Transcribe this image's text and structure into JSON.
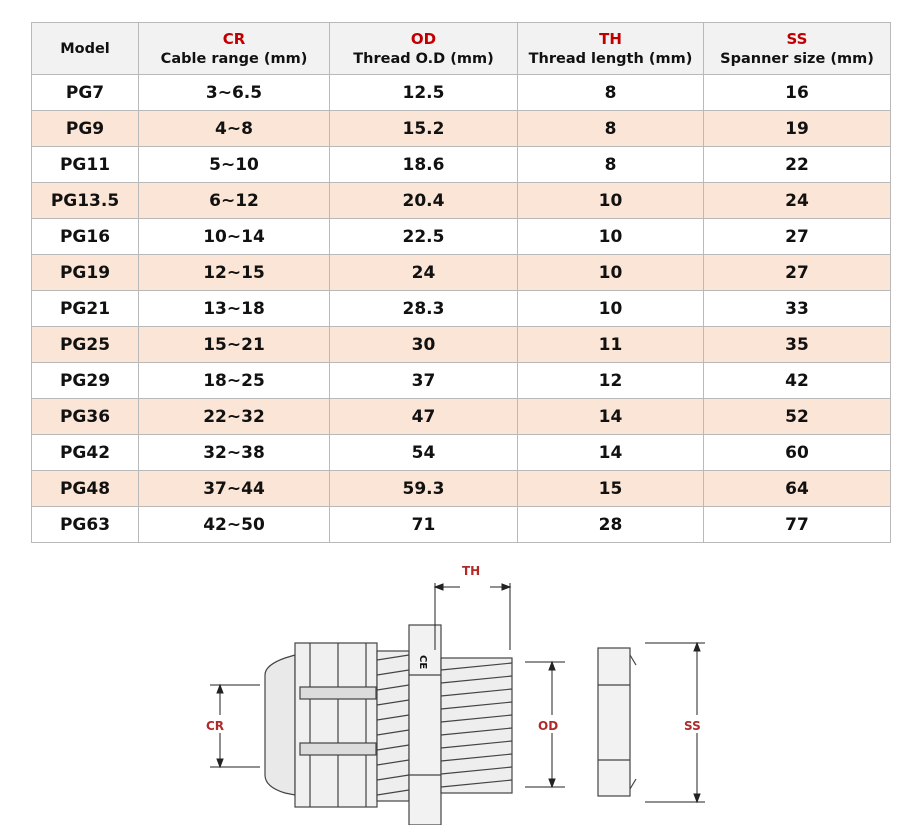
{
  "table": {
    "headers": [
      {
        "code": "",
        "name": "Model"
      },
      {
        "code": "CR",
        "name": "Cable range (mm)"
      },
      {
        "code": "OD",
        "name": "Thread O.D (mm)"
      },
      {
        "code": "TH",
        "name": "Thread length (mm)"
      },
      {
        "code": "SS",
        "name": "Spanner size (mm)"
      }
    ],
    "rows": [
      [
        "PG7",
        "3~6.5",
        "12.5",
        "8",
        "16"
      ],
      [
        "PG9",
        "4~8",
        "15.2",
        "8",
        "19"
      ],
      [
        "PG11",
        "5~10",
        "18.6",
        "8",
        "22"
      ],
      [
        "PG13.5",
        "6~12",
        "20.4",
        "10",
        "24"
      ],
      [
        "PG16",
        "10~14",
        "22.5",
        "10",
        "27"
      ],
      [
        "PG19",
        "12~15",
        "24",
        "10",
        "27"
      ],
      [
        "PG21",
        "13~18",
        "28.3",
        "10",
        "33"
      ],
      [
        "PG25",
        "15~21",
        "30",
        "11",
        "35"
      ],
      [
        "PG29",
        "18~25",
        "37",
        "12",
        "42"
      ],
      [
        "PG36",
        "22~32",
        "47",
        "14",
        "52"
      ],
      [
        "PG42",
        "32~38",
        "54",
        "14",
        "60"
      ],
      [
        "PG48",
        "37~44",
        "59.3",
        "15",
        "64"
      ],
      [
        "PG63",
        "42~50",
        "71",
        "28",
        "77"
      ]
    ]
  },
  "diagram": {
    "labels": {
      "th": "TH",
      "cr": "CR",
      "od": "OD",
      "ss": "SS",
      "ce": "CE"
    }
  },
  "colors": {
    "header_code": "#c00000",
    "row_alt": "#fbe5d6",
    "header_bg": "#f2f2f2",
    "diagram_label": "#b02a2a"
  }
}
